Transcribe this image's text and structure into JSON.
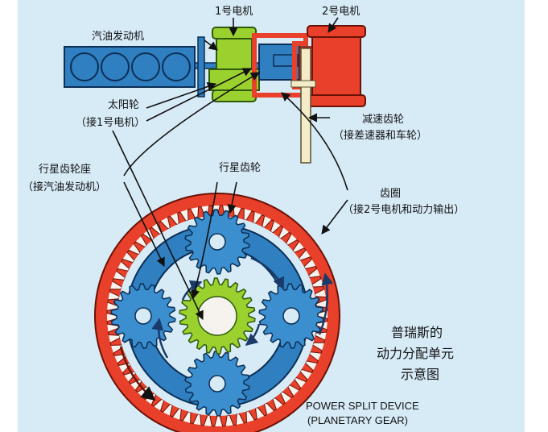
{
  "labels": {
    "motor1": "1号电机",
    "motor2": "2号电机",
    "engine": "汽油发动机",
    "sun_gear": "太阳轮",
    "sun_gear_note": "（接1号电机）",
    "reduction_gear": "减速齿轮",
    "reduction_gear_note": "（接差速器和车轮）",
    "planet_carrier": "行星齿轮座",
    "planet_carrier_note": "（接汽油发动机）",
    "planet_gear": "行星齿轮",
    "ring_gear": "齿圈",
    "ring_gear_note": "（接2号电机和动力输出）",
    "caption_line1": "普瑞斯的",
    "caption_line2": "动力分配单元",
    "caption_line3": "示意图",
    "english_line1": "POWER SPLIT DEVICE",
    "english_line2": "(PLANETARY GEAR)"
  },
  "colors": {
    "background": "#d7ebf7",
    "engine": "#2f7fc1",
    "motor1": "#9bd12e",
    "motor2": "#e8402a",
    "ring": "#e8402a",
    "carrier": "#2f7fc1",
    "planet": "#3b8fce",
    "sun": "#9bd12e"
  },
  "icons": {
    "rotation_arrow": "curved-arrow-icon",
    "pointer_line": "leader-line"
  }
}
